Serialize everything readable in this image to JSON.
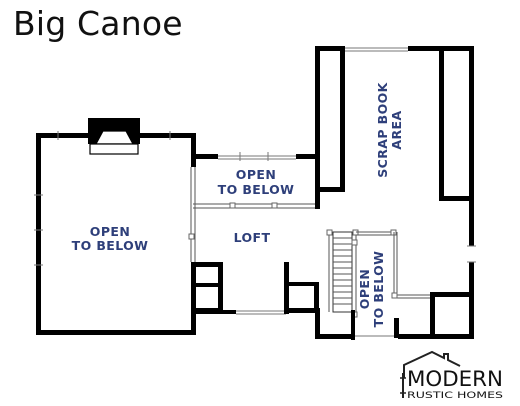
{
  "title": "Big Canoe",
  "rooms": {
    "open_left": [
      "OPEN",
      "TO BELOW"
    ],
    "open_middle": [
      "OPEN",
      "TO BELOW"
    ],
    "loft": "LOFT",
    "scrap_book": [
      "SCRAP BOOK",
      "AREA"
    ],
    "open_stair": [
      "OPEN",
      "TO BELOW"
    ]
  },
  "brand": {
    "line1": "MODERN",
    "line2": "RUSTIC HOMES"
  },
  "colors": {
    "label": "#2e3f7a",
    "wall": "#000000"
  }
}
